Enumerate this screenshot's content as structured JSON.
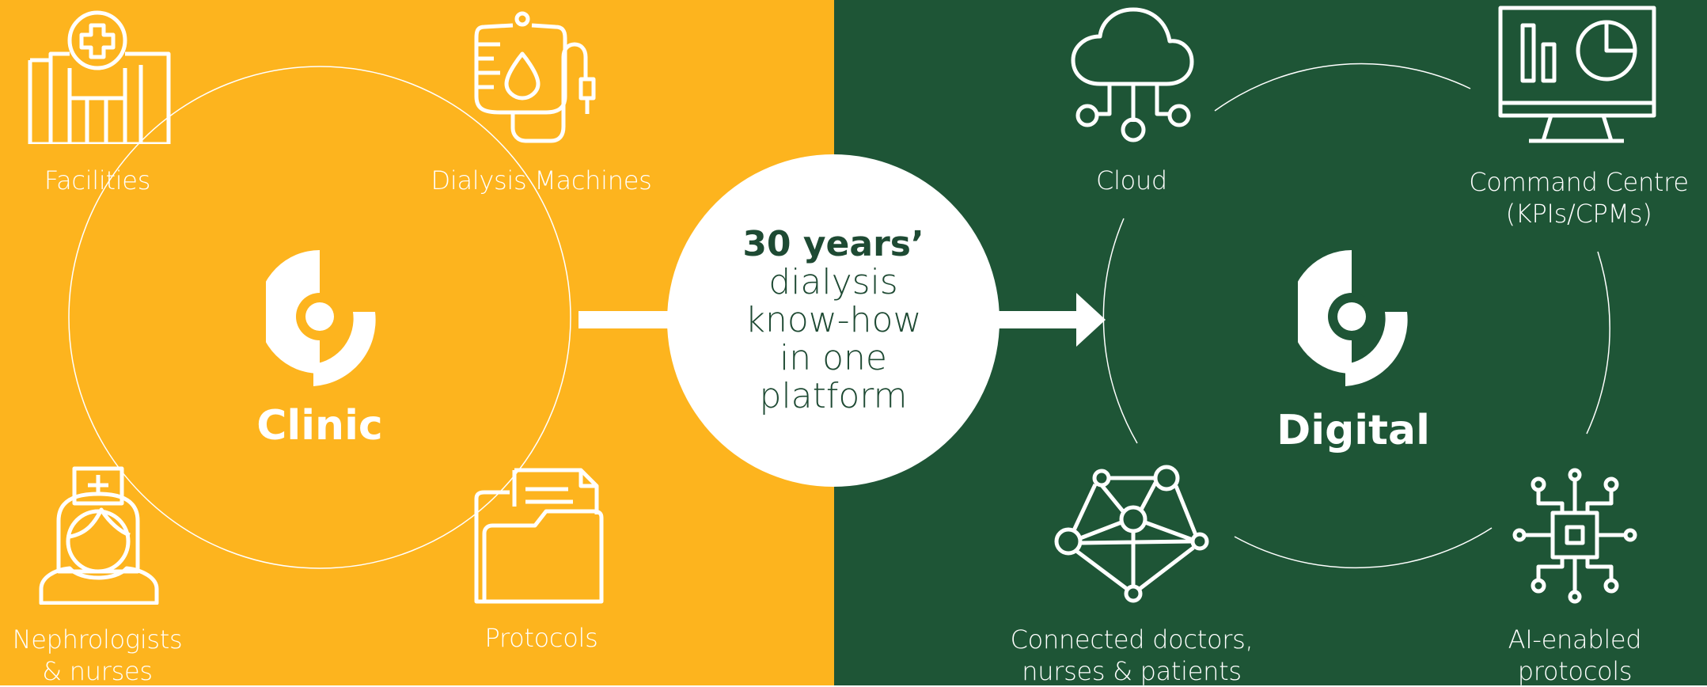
{
  "colors": {
    "left_bg": "#FDB41E",
    "right_bg": "#1E5536",
    "dark_text": "#1E4A33",
    "white": "#FFFFFF"
  },
  "clinic": {
    "title": "Clinic",
    "items": [
      {
        "label": "Facilities",
        "icon": "hospital-icon"
      },
      {
        "label": "Dialysis Machines",
        "icon": "iv-drip-icon"
      },
      {
        "label": "Nephrologists\n& nurses",
        "icon": "nurse-icon"
      },
      {
        "label": "Protocols",
        "icon": "folder-documents-icon"
      }
    ]
  },
  "center": {
    "line1": "30 years’",
    "line2": "dialysis",
    "line3": "know-how",
    "line4": "in one",
    "line5": "platform"
  },
  "digital": {
    "title": "Digital",
    "items": [
      {
        "label": "Cloud",
        "icon": "cloud-network-icon"
      },
      {
        "label": "Command Centre\n(KPIs/CPMs)",
        "icon": "monitor-chart-icon"
      },
      {
        "label": "Connected doctors,\nnurses & patients",
        "icon": "network-nodes-icon"
      },
      {
        "label": "AI-enabled\nprotocols",
        "icon": "ai-chip-icon"
      }
    ]
  }
}
